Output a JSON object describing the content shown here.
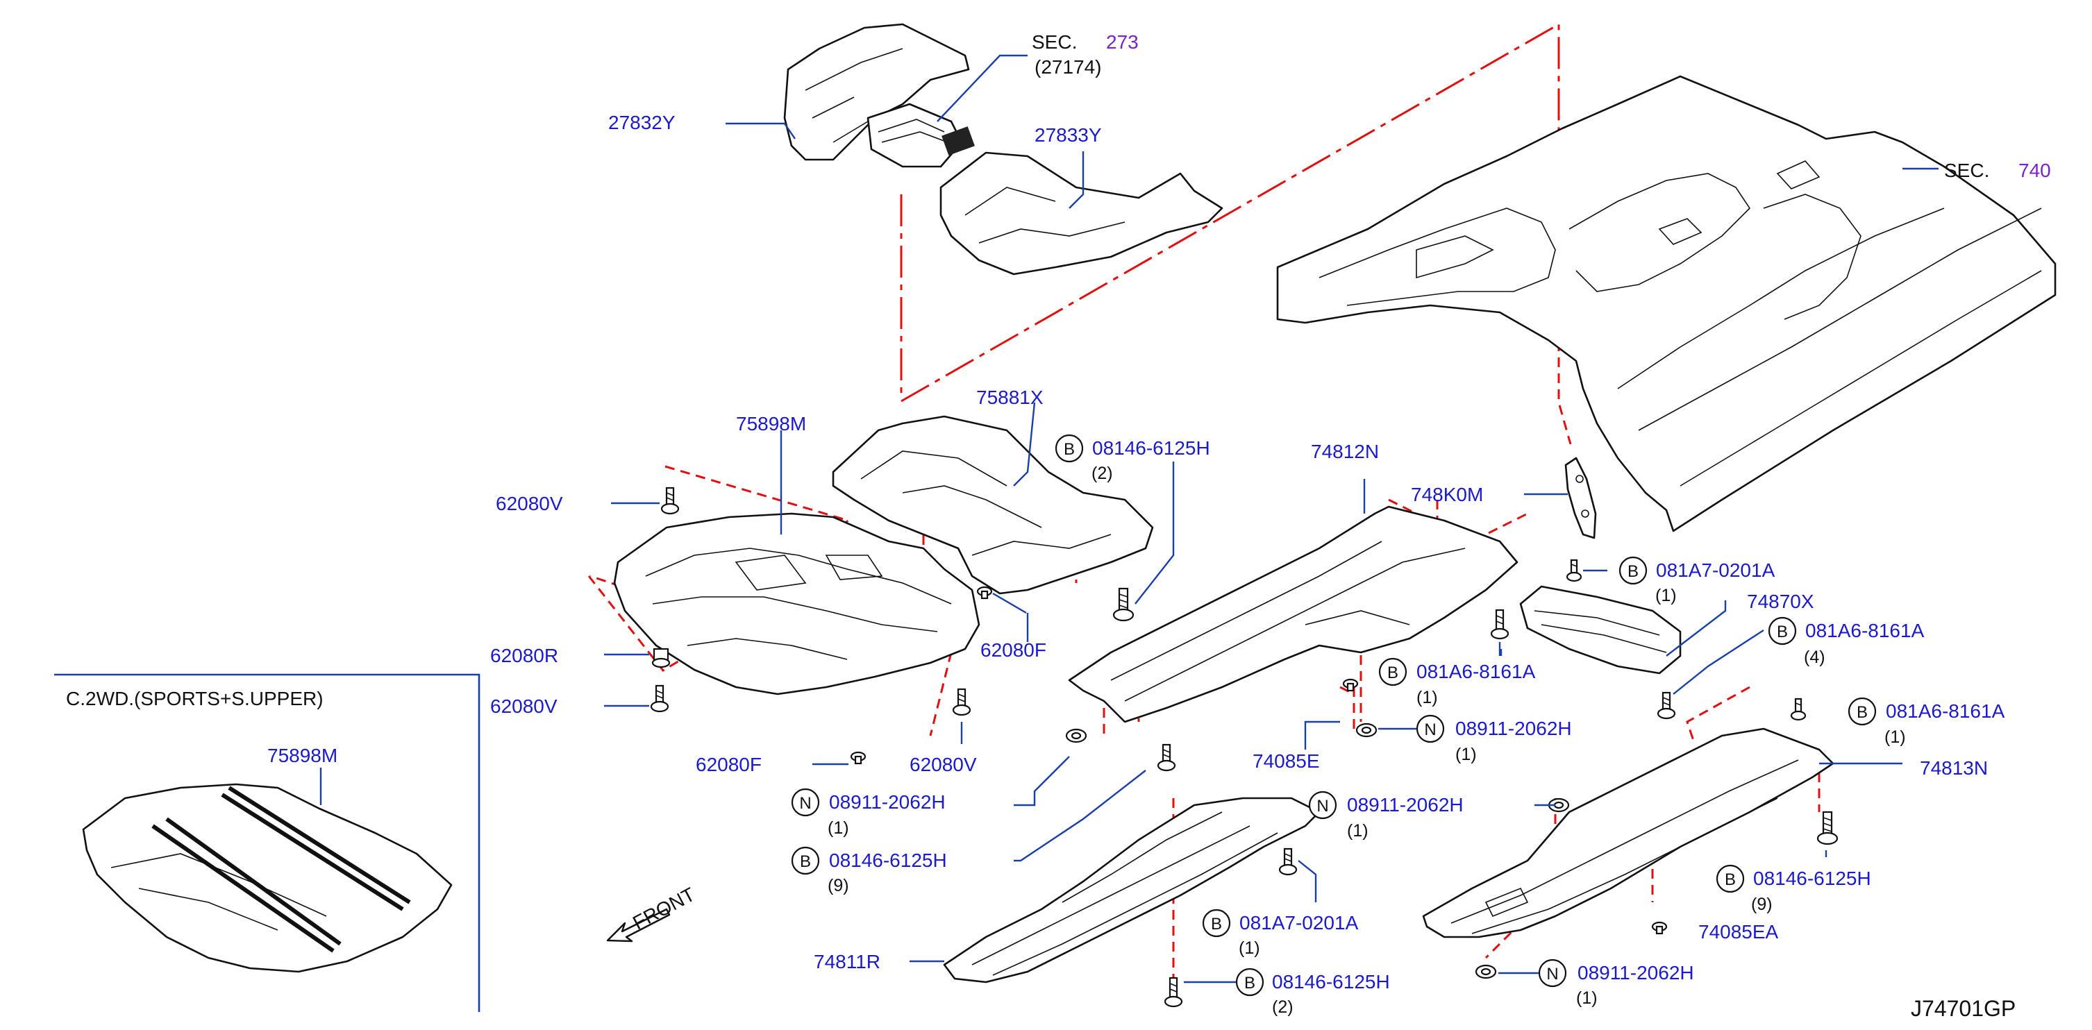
{
  "diagram_id": "J74701GP",
  "front_label": "FRONT",
  "inset": {
    "title": "C.2WD.(SPORTS+S.UPPER)",
    "part": "75898M"
  },
  "sections": [
    {
      "prefix": "SEC.",
      "number": "273",
      "sub": "(27174)"
    },
    {
      "prefix": "SEC.",
      "number": "740"
    }
  ],
  "parts": {
    "p27832Y": "27832Y",
    "p27833Y": "27833Y",
    "p75881X": "75881X",
    "p75898M": "75898M",
    "p74812N": "74812N",
    "p748K0M": "748K0M",
    "p74870X": "74870X",
    "p74813N": "74813N",
    "p74811R": "74811R",
    "p74085E": "74085E",
    "p74085EA": "74085EA",
    "p62080V_a": "62080V",
    "p62080R": "62080R",
    "p62080V_b": "62080V",
    "p62080F_a": "62080F",
    "p62080V_c": "62080V",
    "p62080F_b": "62080F"
  },
  "callouts": {
    "c1": {
      "symbol": "B",
      "part": "08146-6125H",
      "qty": "(2)"
    },
    "c2": {
      "symbol": "B",
      "part": "081A7-0201A",
      "qty": "(1)"
    },
    "c3": {
      "symbol": "B",
      "part": "081A6-8161A",
      "qty": "(4)"
    },
    "c4": {
      "symbol": "B",
      "part": "081A6-8161A",
      "qty": "(1)"
    },
    "c5": {
      "symbol": "B",
      "part": "081A6-8161A",
      "qty": "(1)"
    },
    "c6": {
      "symbol": "N",
      "part": "08911-2062H",
      "qty": "(1)"
    },
    "c7": {
      "symbol": "N",
      "part": "08911-2062H",
      "qty": "(1)"
    },
    "c8": {
      "symbol": "B",
      "part": "08146-6125H",
      "qty": "(9)"
    },
    "c9": {
      "symbol": "N",
      "part": "08911-2062H",
      "qty": "(1)"
    },
    "c10": {
      "symbol": "B",
      "part": "081A7-0201A",
      "qty": "(1)"
    },
    "c11": {
      "symbol": "B",
      "part": "08146-6125H",
      "qty": "(2)"
    },
    "c12": {
      "symbol": "B",
      "part": "08146-6125H",
      "qty": "(9)"
    },
    "c13": {
      "symbol": "N",
      "part": "08911-2062H",
      "qty": "(1)"
    }
  }
}
